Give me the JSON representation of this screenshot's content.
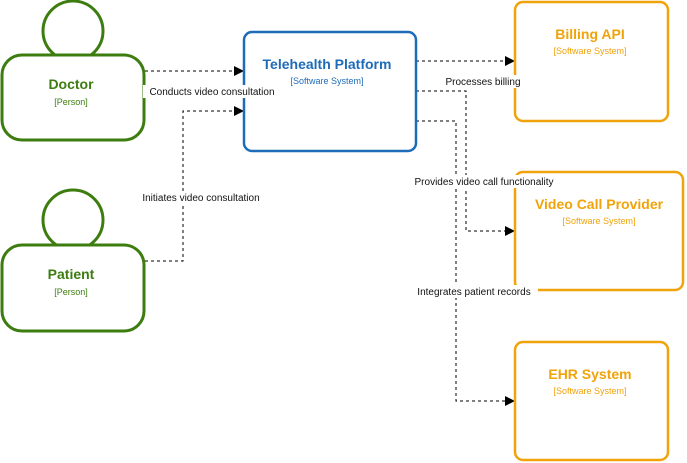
{
  "colors": {
    "person": "#3d7d10",
    "platform": "#1e6bb8",
    "external": "#f0a30a",
    "connector": "#000000"
  },
  "nodes": {
    "doctor": {
      "title": "Doctor",
      "type": "[Person]"
    },
    "patient": {
      "title": "Patient",
      "type": "[Person]"
    },
    "platform": {
      "title": "Telehealth Platform",
      "type": "[Software System]"
    },
    "billing": {
      "title": "Billing API",
      "type": "[Software System]"
    },
    "video": {
      "title": "Video Call Provider",
      "type": "[Software System]"
    },
    "ehr": {
      "title": "EHR System",
      "type": "[Software System]"
    }
  },
  "edges": {
    "doctor_platform": "Conducts video consultation",
    "patient_platform": "Initiates video consultation",
    "platform_billing": "Processes billing",
    "platform_video": "Provides video call functionality",
    "platform_ehr": "Integrates patient records"
  }
}
